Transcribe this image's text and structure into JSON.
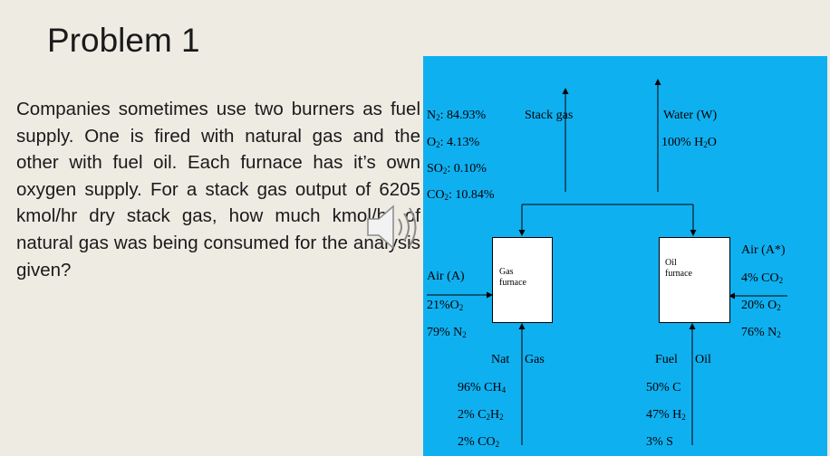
{
  "slide": {
    "title": "Problem 1",
    "problem_text": "Companies sometimes use two burners as fuel supply. One is fired with natural gas and the other with fuel oil. Each furnace has it’s own oxygen supply. For a stack gas output of 6205 kmol/hr dry stack gas, how much kmol/hr of natural gas was being consumed for the analysis given?"
  },
  "diagram": {
    "background_color": "#0fb0f0",
    "stack_gas": {
      "label": "Stack gas",
      "composition": [
        {
          "species": "N",
          "sub": "2",
          "value": ": 84.93%"
        },
        {
          "species": "O",
          "sub": "2",
          "value": ": 4.13%"
        },
        {
          "species": "SO",
          "sub": "2",
          "value": ": 0.10%"
        },
        {
          "species": "CO",
          "sub": "2",
          "value": ": 10.84%"
        }
      ]
    },
    "water": {
      "label": "Water (W)",
      "pct": "100% ",
      "species": "H",
      "sub": "2",
      "species_end": "O"
    },
    "gas_furnace": {
      "line1": "Gas",
      "line2": "furnace"
    },
    "oil_furnace": {
      "line1": "Oil",
      "line2": "furnace"
    },
    "air_a": {
      "label": "Air (A)",
      "o2_pct": "21%O",
      "o2_sub": "2",
      "n2_pct": "79% N",
      "n2_sub": "2"
    },
    "air_a_star": {
      "label": "Air (A*)",
      "co2_pct": "4% CO",
      "co2_sub": "2",
      "o2_pct": "20% O",
      "o2_sub": "2",
      "n2_pct": "76% N",
      "n2_sub": "2"
    },
    "nat_gas": {
      "label_left": "Nat",
      "label_right": "Gas",
      "c1_pct": "96% CH",
      "c1_sub": "4",
      "c2_pct": "2% C",
      "c2_sub1": "2",
      "c2_mid": "H",
      "c2_sub2": "2",
      "c3_pct": "2% CO",
      "c3_sub": "2"
    },
    "fuel_oil": {
      "label_left": "Fuel",
      "label_right": "Oil",
      "c1": "50% C",
      "c2_pct": "47% H",
      "c2_sub": "2",
      "c3": "3% S"
    }
  }
}
